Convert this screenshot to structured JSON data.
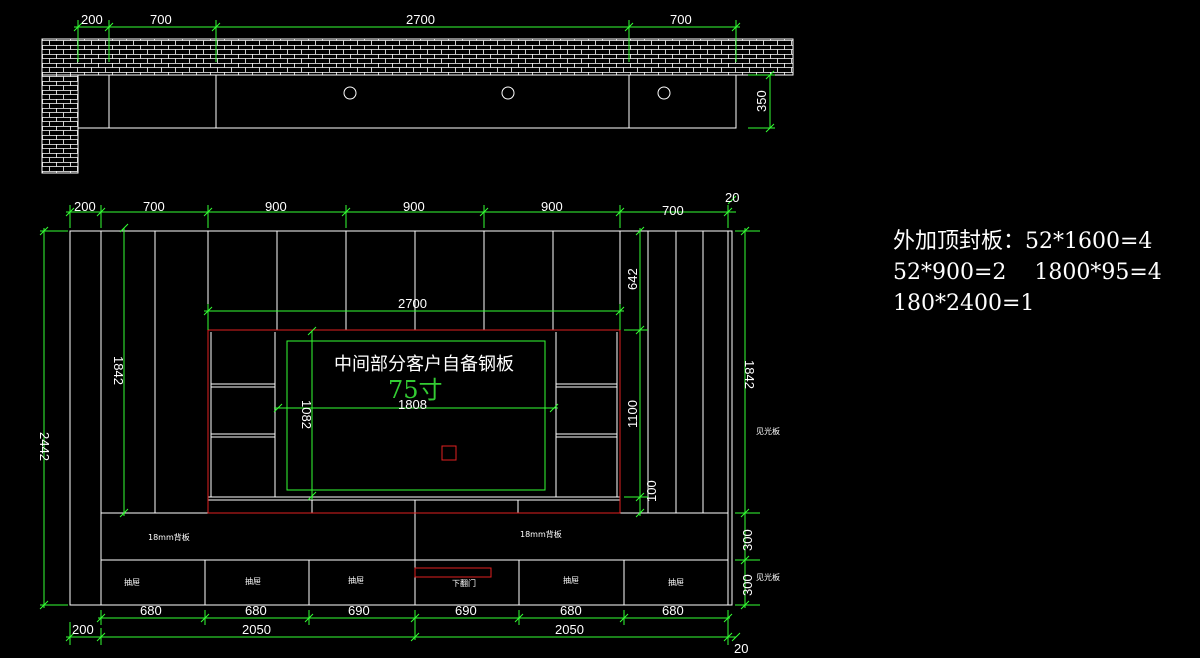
{
  "plan": {
    "dims_top": [
      "200",
      "700",
      "2700",
      "700"
    ],
    "dim_depth": "350"
  },
  "elevation": {
    "dims_top": [
      "200",
      "700",
      "900",
      "900",
      "900",
      "700",
      "20"
    ],
    "dim_tv_width": "2700",
    "dim_height_total": "2442",
    "dim_left_panel": "1842",
    "dim_right_panel": "1842",
    "dim_top_gap": "642",
    "dim_tv_height": "1100",
    "dim_bottom_gap": "100",
    "dim_base1": "300",
    "dim_base2": "300",
    "dim_screen_h": "1082",
    "dim_screen_w": "1808",
    "tv_note": "中间部分客户自备钢板",
    "tv_size": "75寸",
    "backboard_left": "18mm背板",
    "backboard_right": "18mm背板",
    "drawers": [
      "抽屉",
      "抽屉",
      "抽屉",
      "下翻门",
      "抽屉",
      "抽屉"
    ],
    "side_label1": "见光板",
    "side_label2": "见光板",
    "dims_bottom": [
      "680",
      "680",
      "690",
      "690",
      "680",
      "680"
    ],
    "dims_bottom2": [
      "200",
      "2050",
      "2050",
      "20"
    ]
  },
  "note": {
    "line1": "外加顶封板：52*1600=4",
    "line2": "52*900=2    1800*95=4",
    "line3": "180*2400=1"
  },
  "colors": {
    "background": "#000000",
    "lines": "#ffffff",
    "dimensions": "#33ff33",
    "highlight": "#e02020"
  }
}
